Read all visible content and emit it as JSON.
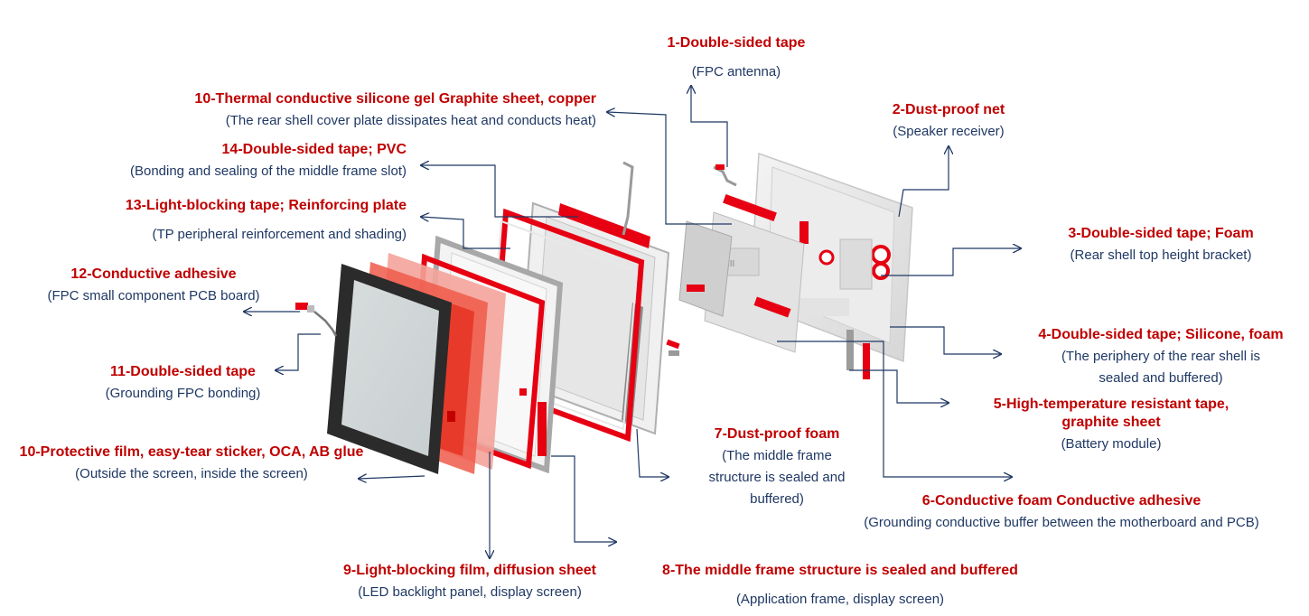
{
  "labels": [
    {
      "id": "l1",
      "title": "1-Double-sided tape",
      "desc": [
        "(FPC antenna)"
      ]
    },
    {
      "id": "l2",
      "title": "2-Dust-proof net",
      "desc": [
        "(Speaker receiver)"
      ]
    },
    {
      "id": "l3",
      "title": "3-Double-sided tape; Foam",
      "desc": [
        "(Rear shell top height bracket)"
      ]
    },
    {
      "id": "l4",
      "title": "4-Double-sided tape; Silicone, foam",
      "desc": [
        "(The periphery of the rear shell is",
        "sealed and buffered)"
      ]
    },
    {
      "id": "l5",
      "title": "5-High-temperature resistant tape,",
      "title2": "graphite sheet",
      "desc": [
        "(Battery module)"
      ]
    },
    {
      "id": "l6",
      "title": "6-Conductive foam Conductive adhesive",
      "desc": [
        "(Grounding conductive buffer between the motherboard and PCB)"
      ]
    },
    {
      "id": "l7",
      "title": "7-Dust-proof foam",
      "desc": [
        "(The middle frame",
        "structure is sealed and",
        "buffered)"
      ]
    },
    {
      "id": "l8",
      "title": "8-The middle frame structure is sealed and buffered",
      "desc": [
        "(Application frame, display screen)"
      ]
    },
    {
      "id": "l9",
      "title": "9-Light-blocking film, diffusion sheet",
      "desc": [
        "(LED backlight panel, display screen)"
      ]
    },
    {
      "id": "l10a",
      "title": "10-Protective film, easy-tear sticker, OCA, AB glue",
      "desc": [
        "(Outside the screen, inside the screen)"
      ]
    },
    {
      "id": "l11",
      "title": "11-Double-sided tape",
      "desc": [
        "(Grounding FPC bonding)"
      ]
    },
    {
      "id": "l12",
      "title": "12-Conductive adhesive",
      "desc": [
        "(FPC small component PCB board)"
      ]
    },
    {
      "id": "l13",
      "title": "13-Light-blocking tape; Reinforcing plate",
      "desc": [
        "(TP peripheral reinforcement and shading)"
      ]
    },
    {
      "id": "l14",
      "title": "14-Double-sided tape; PVC",
      "desc": [
        "(Bonding and sealing of the middle frame slot)"
      ]
    },
    {
      "id": "l10b",
      "title": "10-Thermal conductive silicone gel Graphite sheet, copper",
      "desc": [
        "(The rear shell cover plate dissipates heat and conducts heat)"
      ]
    }
  ],
  "colors": {
    "title": "#c00000",
    "desc": "#1f3864",
    "leader": "#1f3864",
    "accent_red": "#e60012",
    "frame_gray": "#b0b0b0"
  }
}
